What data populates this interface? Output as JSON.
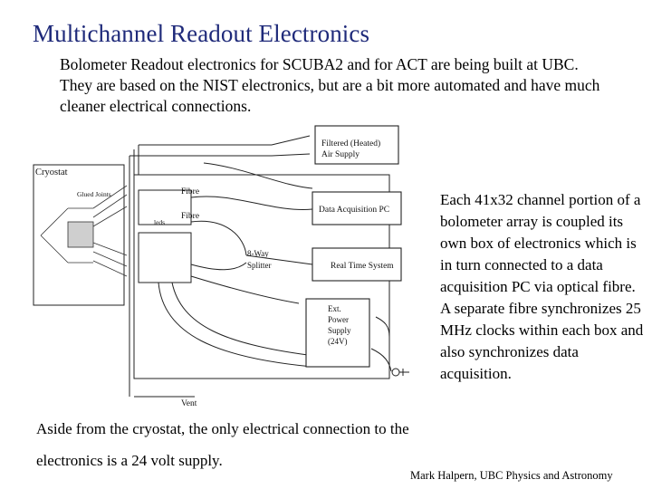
{
  "slide": {
    "title": "Multichannel Readout Electronics",
    "intro": "Bolometer Readout electronics for SCUBA2 and for ACT are being built at UBC.  They are based on the NIST electronics, but are a bit more automated and have much cleaner electrical connections.",
    "side_text": "Each 41x32 channel portion of a bolometer array is coupled its own box of electronics which is in turn connected to a data acquisition PC via optical fibre.   A separate fibre  synchronizes 25 MHz clocks within each box and also synchronizes data acquisition.",
    "bottom_text": "Aside from the cryostat, the only electrical connection to the electronics is a 24 volt supply.",
    "credit": "Mark Halpern, UBC Physics and Astronomy"
  },
  "diagram": {
    "cryostat_label": "Cryostat",
    "glued_joints_label": "Glued Joints",
    "leds_label": "leds",
    "fibre_label_top": "Fibre",
    "fibre_label_mid": "Fibre",
    "filtered_air_line1": "Filtered (Heated)",
    "filtered_air_line2": "Air Supply",
    "daq_pc_label": "Data Acquisition PC",
    "splitter_line1": "8-Way",
    "splitter_line2": "Splitter",
    "real_time_label": "Real Time System",
    "power_line1": "Ext.",
    "power_line2": "Power",
    "power_line3": "Supply",
    "power_line4": "(24V)",
    "vent_label": "Vent"
  }
}
